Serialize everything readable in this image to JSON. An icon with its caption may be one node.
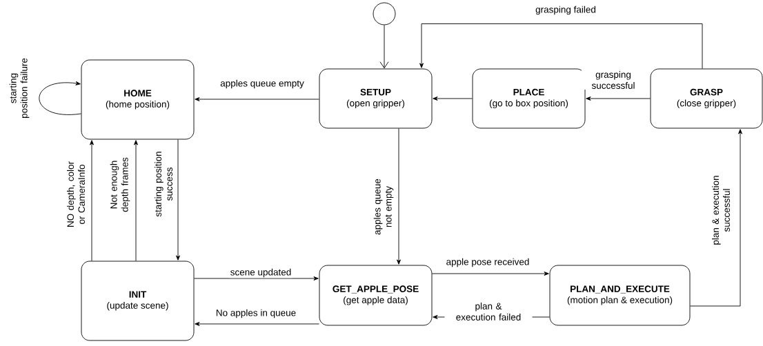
{
  "diagram": {
    "nodes": [
      {
        "text": [],
        "shape": "circle"
      },
      {
        "text": [
          "HOME",
          "(home position)"
        ]
      },
      {
        "text": [
          "SETUP",
          "(open gripper)"
        ]
      },
      {
        "text": [
          "PLACE",
          "(go to box position)"
        ]
      },
      {
        "text": [
          "GRASP",
          "(close gripper)"
        ]
      },
      {
        "text": [
          "INIT",
          "(update scene)"
        ]
      },
      {
        "text": [
          "GET_APPLE_POSE",
          "(get apple data)"
        ]
      },
      {
        "text": [
          "PLAN_AND_EXECUTE",
          "(motion plan & execution)"
        ]
      }
    ],
    "edges": [
      {
        "from": 0,
        "to": 2,
        "arrow": "to"
      },
      {
        "from": 2,
        "to": 1,
        "arrow": "to",
        "label": "apples queue empty"
      },
      {
        "from": 3,
        "to": 2,
        "arrow": "to"
      },
      {
        "from": 4,
        "to": 3,
        "arrow": "to",
        "label": "grasping successful"
      },
      {
        "from": 4,
        "to": 2,
        "arrow": "to",
        "label": "grasping failed"
      },
      {
        "from": 1,
        "to": 1,
        "arrow": "to",
        "label": "starting position failure"
      },
      {
        "from": 5,
        "to": 1,
        "arrow": "to",
        "label": "NO depth, color or CameraInfo"
      },
      {
        "from": 5,
        "to": 1,
        "arrow": "to",
        "label": "Not enough depth frames"
      },
      {
        "from": 1,
        "to": 5,
        "arrow": "to",
        "label": "starting position success"
      },
      {
        "from": 2,
        "to": 6,
        "arrow": "to",
        "label": "apples queue not empty"
      },
      {
        "from": 5,
        "to": 6,
        "arrow": "to",
        "label": "scene updated"
      },
      {
        "from": 6,
        "to": 5,
        "arrow": "to",
        "label": "No apples in queue"
      },
      {
        "from": 6,
        "to": 7,
        "arrow": "to",
        "label": "apple pose received"
      },
      {
        "from": 7,
        "to": 6,
        "arrow": "to",
        "label": "plan & execution failed"
      },
      {
        "from": 7,
        "to": 4,
        "arrow": "to",
        "label": "plan & execution successful"
      }
    ]
  }
}
